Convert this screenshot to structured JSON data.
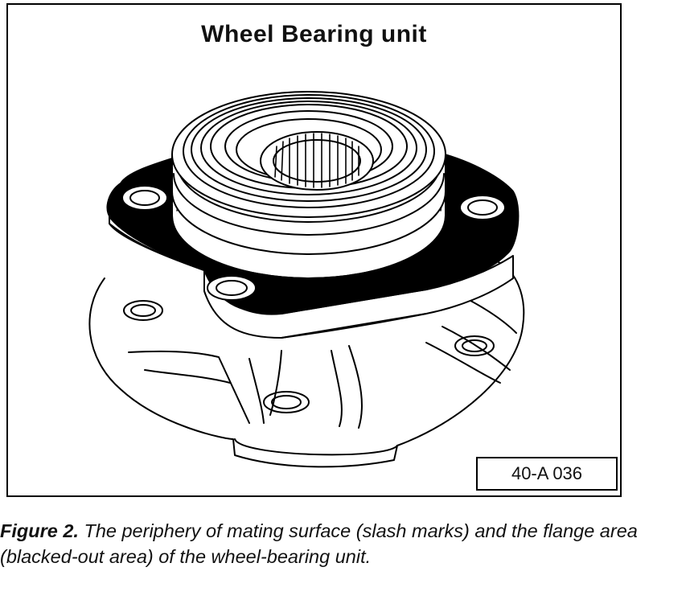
{
  "figure": {
    "title": "Wheel Bearing unit",
    "part_code": "40-A 036"
  },
  "caption": {
    "label": "Figure 2.",
    "text": " The periphery of mating surface (slash marks) and the flange area (blacked-out area) of the wheel-bearing unit."
  },
  "colors": {
    "ink": "#000000",
    "background": "#ffffff"
  }
}
